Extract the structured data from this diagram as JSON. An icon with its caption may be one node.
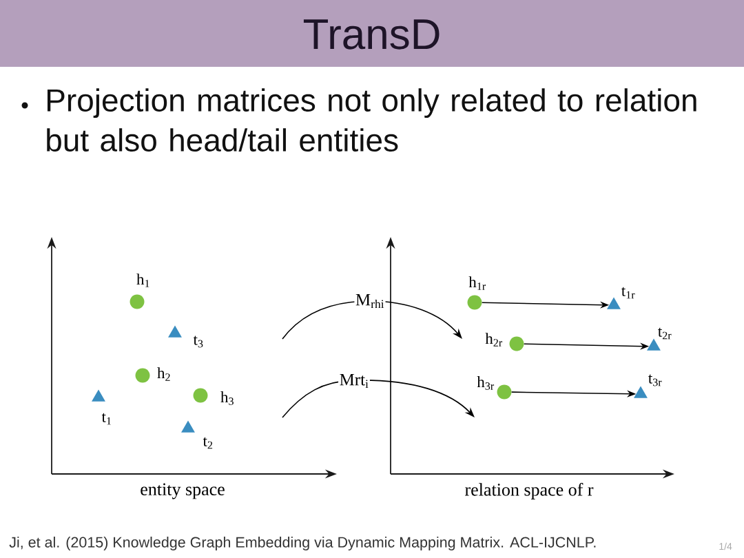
{
  "diagram": {
    "title": "TransD",
    "nodes": [
      {
        "text": [],
        "shape": "circle",
        "beside": [
          "h$_{1}$"
        ]
      },
      {
        "text": [],
        "shape": "triangle",
        "beside": [
          "t$_{3}$"
        ]
      },
      {
        "text": [],
        "shape": "circle",
        "beside": [
          "h$_{2}$"
        ]
      },
      {
        "text": [],
        "shape": "circle",
        "beside": [
          "h$_{3}$"
        ]
      },
      {
        "text": [],
        "shape": "triangle",
        "beside": [
          "t$_{1}$"
        ]
      },
      {
        "text": [],
        "shape": "triangle",
        "beside": [
          "t$_{2}$"
        ]
      },
      {
        "text": [],
        "shape": "circle",
        "beside": [
          "h$_{1r}$"
        ]
      },
      {
        "text": [],
        "shape": "triangle",
        "beside": [
          "t$_{1r}$"
        ]
      },
      {
        "text": [],
        "shape": "circle",
        "beside": [
          "h$_{2r}$"
        ]
      },
      {
        "text": [],
        "shape": "triangle",
        "beside": [
          "t$_{2r}$"
        ]
      },
      {
        "text": [],
        "shape": "circle",
        "beside": [
          "h$_{3r}$"
        ]
      },
      {
        "text": [],
        "shape": "triangle",
        "beside": [
          "t$_{3r}$"
        ]
      }
    ],
    "edges": [
      {
        "from": 6,
        "to": 7,
        "arrow": "to"
      },
      {
        "from": 8,
        "to": 9,
        "arrow": "to"
      },
      {
        "from": 10,
        "to": 11,
        "arrow": "to"
      }
    ],
    "labels": [
      "Projection matrices not only related to relation but also head/tail entities",
      "M$_{rhi}$",
      "Mrt$_{i}$",
      "entity space",
      "relation space of r",
      "Ji, et al. (2015) Knowledge Graph Embedding via Dynamic Mapping Matrix. ACL-IJCNLP.",
      "1/4"
    ]
  }
}
